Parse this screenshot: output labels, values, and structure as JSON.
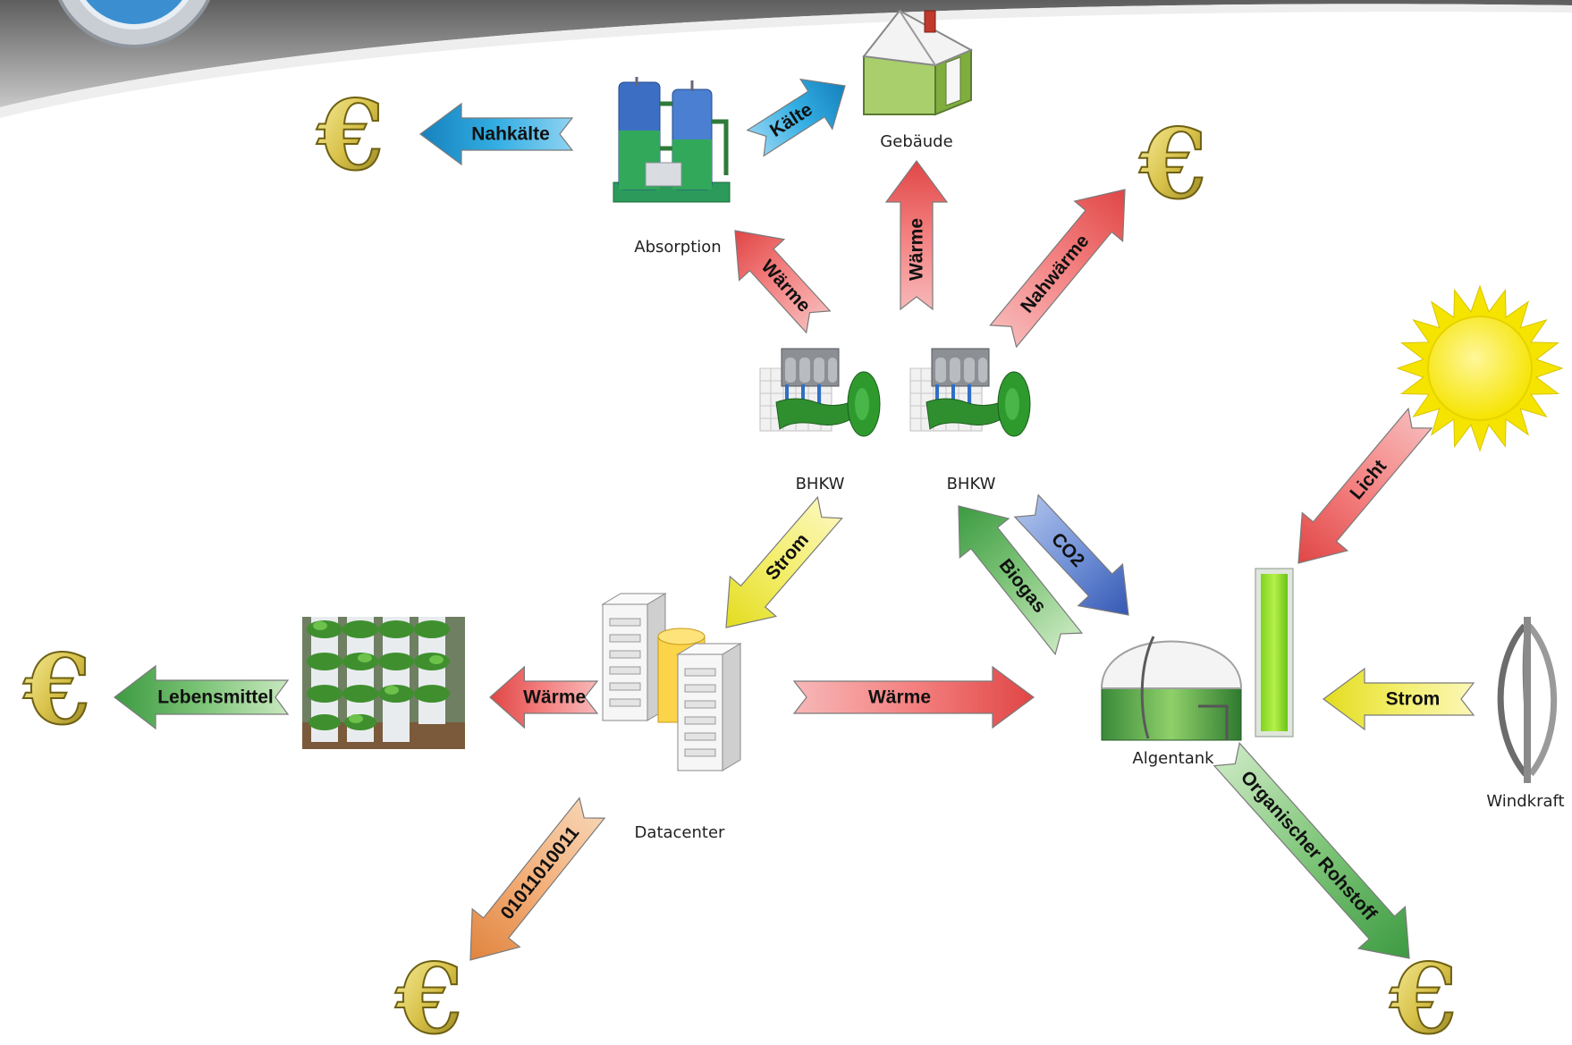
{
  "nodes": {
    "absorption": "Absorption",
    "building": "Gebäude",
    "bhkw_left": "BHKW",
    "bhkw_right": "BHKW",
    "datacenter": "Datacenter",
    "algae_tank": "Algentank",
    "wind_power": "Windkraft"
  },
  "arrows": {
    "nahkaelte": "Nahkälte",
    "kaelte": "Kälte",
    "waerme_absorption": "Wärme",
    "waerme_building": "Wärme",
    "nahwaerme": "Nahwärme",
    "strom_datacenter": "Strom",
    "biogas": "Biogas",
    "co2": "CO2",
    "licht": "Licht",
    "strom_wind": "Strom",
    "lebensmittel": "Lebensmittel",
    "waerme_food": "Wärme",
    "waerme_algae": "Wärme",
    "binary": "01011010011",
    "organischer_rohstoff": "Organischer Rohstoff"
  },
  "icons": {
    "euro": "€",
    "revenue_icon": "euro-coin-icon",
    "building_icon": "house-icon",
    "sun_icon": "sun-icon",
    "wind_icon": "wind-turbine-icon",
    "engine_icon": "engine-icon",
    "server_icon": "server-icon",
    "tank_icon": "biogas-tank-icon",
    "plant_icon": "vertical-farm-icon",
    "chiller_icon": "absorption-chiller-icon"
  },
  "colors": {
    "heat": "#f26d6d",
    "cold": "#1e9fd9",
    "power": "#f2ec3a",
    "biogas": "#4fae4f",
    "co2": "#3f68c4",
    "food": "#5cae5c",
    "data": "#f09a5a",
    "euro": "#d9c24a",
    "header": "#7a7a7a"
  }
}
